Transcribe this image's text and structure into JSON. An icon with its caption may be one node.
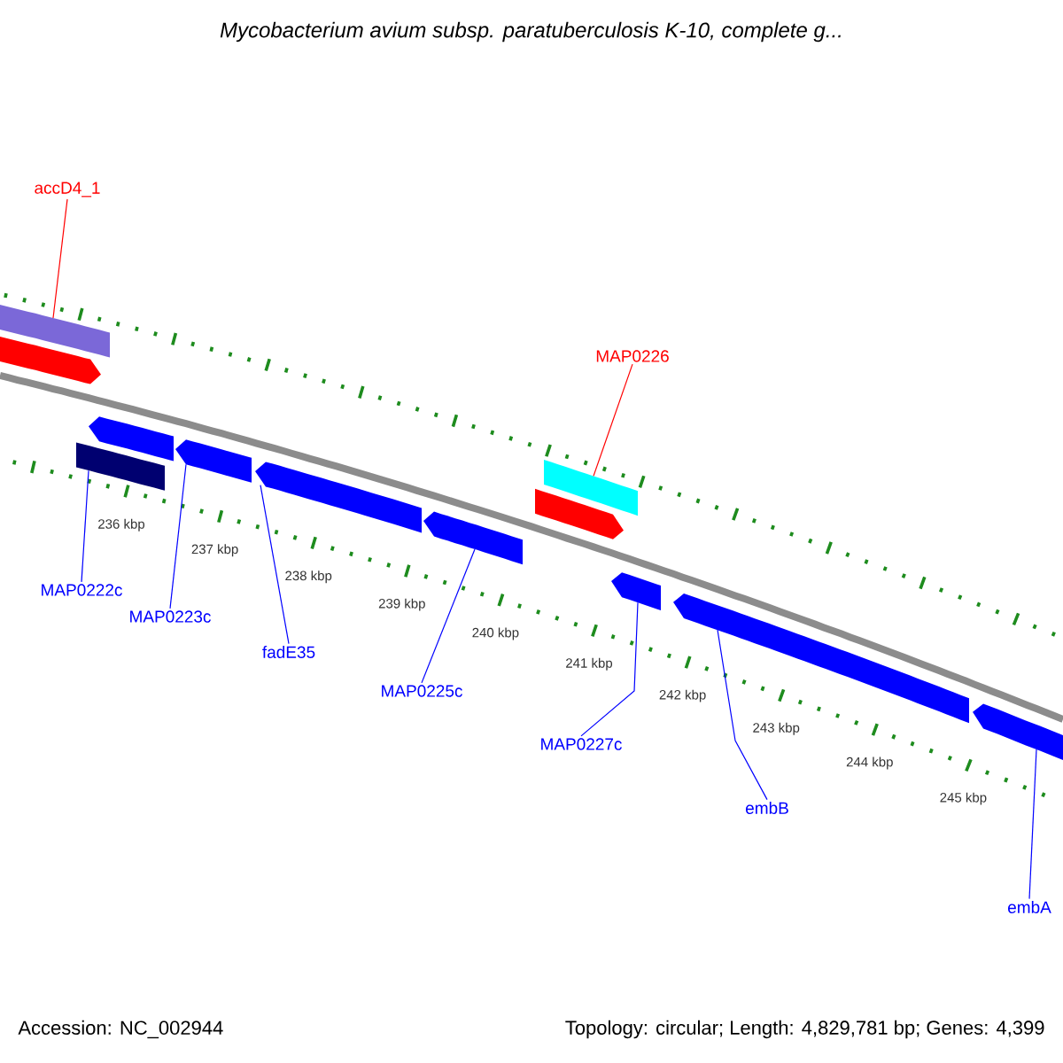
{
  "diagram": {
    "title": "Mycobacterium avium subsp. paratuberculosis K-10, complete g...",
    "nodes": [
      {
        "text": [
          "accD4_1"
        ]
      },
      {
        "text": [
          "MAP0226"
        ]
      },
      {
        "text": [
          "MAP0222c"
        ]
      },
      {
        "text": [
          "MAP0223c"
        ]
      },
      {
        "text": [
          "fadE35"
        ]
      },
      {
        "text": [
          "MAP0225c"
        ]
      },
      {
        "text": [
          "MAP0227c"
        ]
      },
      {
        "text": [
          "embB"
        ]
      },
      {
        "text": [
          "embA"
        ]
      },
      {
        "text": [],
        "shape": "bar"
      },
      {
        "text": [],
        "shape": "pentagon"
      },
      {
        "text": [],
        "shape": "pentagon"
      },
      {
        "text": [],
        "shape": "bar"
      },
      {
        "text": [],
        "shape": "pentagon"
      },
      {
        "text": [],
        "shape": "pentagon"
      },
      {
        "text": [],
        "shape": "pentagon"
      },
      {
        "text": [],
        "shape": "pentagon"
      },
      {
        "text": [],
        "shape": "bar"
      },
      {
        "text": [],
        "shape": "pentagon"
      },
      {
        "text": [],
        "shape": "pentagon"
      },
      {
        "text": [],
        "shape": "pentagon"
      }
    ],
    "edges": [
      {
        "from": 0,
        "to": 9,
        "arrow": "none",
        "color": "#ff0000"
      },
      {
        "from": 1,
        "to": 17,
        "arrow": "none",
        "color": "#ff0000"
      },
      {
        "from": 2,
        "to": 12,
        "arrow": "none"
      },
      {
        "from": 3,
        "to": 13,
        "arrow": "none"
      },
      {
        "from": 4,
        "to": 14,
        "arrow": "none"
      },
      {
        "from": 5,
        "to": 15,
        "arrow": "none"
      },
      {
        "from": 6,
        "to": 18,
        "arrow": "none"
      },
      {
        "from": 7,
        "to": 19,
        "arrow": "none"
      },
      {
        "from": 8,
        "to": 20,
        "arrow": "none"
      }
    ],
    "labels": [
      "236 kbp",
      "237 kbp",
      "238 kbp",
      "239 kbp",
      "240 kbp",
      "241 kbp",
      "242 kbp",
      "243 kbp",
      "244 kbp",
      "245 kbp",
      "Accession: NC_002944",
      "Topology: circular; Length: 4,829,781 bp; Genes: 4,399"
    ]
  }
}
